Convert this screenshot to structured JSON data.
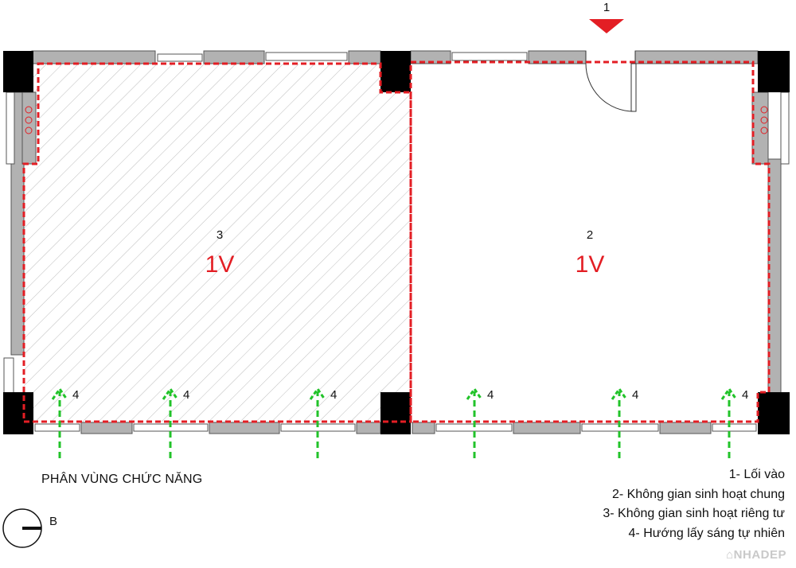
{
  "caption": "PHÂN VÙNG CHỨC NĂNG",
  "entrance_marker": "1",
  "zones": [
    {
      "number": "3",
      "code": "1V"
    },
    {
      "number": "2",
      "code": "1V"
    }
  ],
  "light_arrow_label": "4",
  "legend": [
    "1- Lối vào",
    "2- Không gian sinh hoạt chung",
    "3- Không gian sinh hoạt riêng tư",
    "4- Hướng lấy sáng tự nhiên"
  ],
  "compass_label": "B",
  "logo_text": "NHADEP",
  "colors": {
    "zone_outline": "#e31e24",
    "light_arrow": "#22c32a",
    "wall": "#b2b2b2",
    "column": "#000000"
  }
}
